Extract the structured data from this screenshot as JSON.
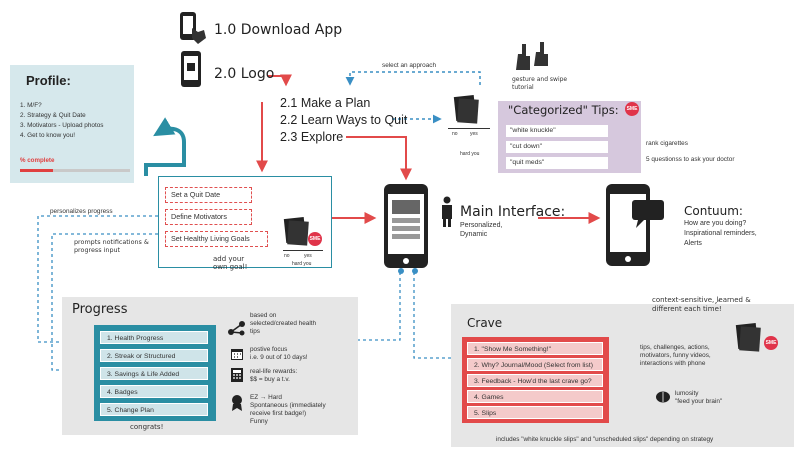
{
  "top": {
    "download": "1.0 Download App",
    "logo": "2.0 Logo",
    "select_approach": "select an approach",
    "gesture": "gesture and swipe tutorial"
  },
  "plan_steps": {
    "s1": "2.1 Make a Plan",
    "s2": "2.2 Learn Ways to Quit",
    "s3": "2.3 Explore"
  },
  "profile": {
    "title": "Profile:",
    "items": [
      "1. M/F?",
      "2. Strategy & Quit Date",
      "3. Motivators - Upload photos",
      "4. Get to know you!"
    ],
    "percent_label": "% complete",
    "percent_complete": 0.3
  },
  "plan_box": {
    "items": [
      "Set a Quit Date",
      "Define Motivators",
      "Set Healthy Living Goals"
    ],
    "add_goal": "add your own goal!",
    "no": "no",
    "yes": "yes",
    "hard": "hard you"
  },
  "side_labels": {
    "personalizes": "personalizes progress",
    "prompts": "prompts notifications & progress input"
  },
  "main_interface": {
    "title": "Main Interface:",
    "desc1": "Personalized,",
    "desc2": "Dynamic"
  },
  "contuum": {
    "title": "Contuum:",
    "lines": [
      "How are you doing?",
      "Inspirational reminders,",
      "Alerts"
    ]
  },
  "tips": {
    "title": "\"Categorized\" Tips:",
    "items": [
      "\"white knuckle\"",
      "\"cut down\"",
      "\"quit meds\""
    ],
    "rank": "rank cigarettes",
    "questions": "5 questionss to ask your doctor",
    "no": "no",
    "yes": "yes",
    "hard": "hard you"
  },
  "progress": {
    "title": "Progress",
    "items": [
      "1. Health Progress",
      "2. Streak or Structured",
      "3. Savings & Life Added",
      "4. Badges",
      "5. Change Plan"
    ],
    "notes": {
      "health": "based on selected/created health tips",
      "streak1": "postive focus",
      "streak2": "i.e. 9 out of 10 days!",
      "savings1": "real-life rewards:",
      "savings2": "$$ = buy a t.v.",
      "badges1": "EZ → Hard",
      "badges2": "Spontaneous (immediately",
      "badges3": "receive first badge!)",
      "badges4": "Funny"
    },
    "congrats": "congrats!"
  },
  "crave": {
    "title": "Crave",
    "items": [
      "1. \"Show Me Something!\"",
      "2. Why? Journal/Mood (Select from list)",
      "3. Feedback - How'd the last crave go?",
      "4. Games",
      "5. Slips"
    ],
    "context": "context-sensitive, learned & different each time!",
    "tips_note": "tips, challenges, actions, motivators, funny videos, interactions with phone",
    "lumosity1": "lumosity",
    "lumosity2": "\"feed your brain\"",
    "footer": "includes \"white knuckle slips\" and \"unscheduled slips\" depending on strategy"
  },
  "sme": "SME",
  "colors": {
    "red": "#e24a4a",
    "teal": "#2a8ea3",
    "blue_dash": "#3a8fc4",
    "profile_bg": "#d6e8ec",
    "tips_bg": "#d6c8dd",
    "panel_bg": "#e6e6e6"
  }
}
